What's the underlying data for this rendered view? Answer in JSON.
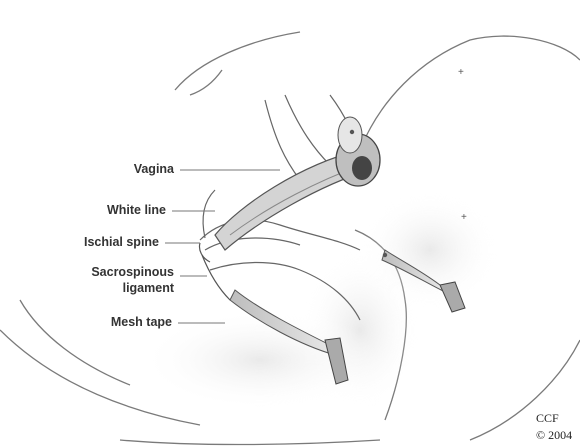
{
  "labels": {
    "vagina": "Vagina",
    "white_line": "White line",
    "ischial_spine": "Ischial spine",
    "sacrospinous_line1": "Sacrospinous",
    "sacrospinous_line2": "ligament",
    "mesh_tape": "Mesh tape"
  },
  "credit": {
    "line1": "CCF",
    "line2": "© 2004"
  }
}
